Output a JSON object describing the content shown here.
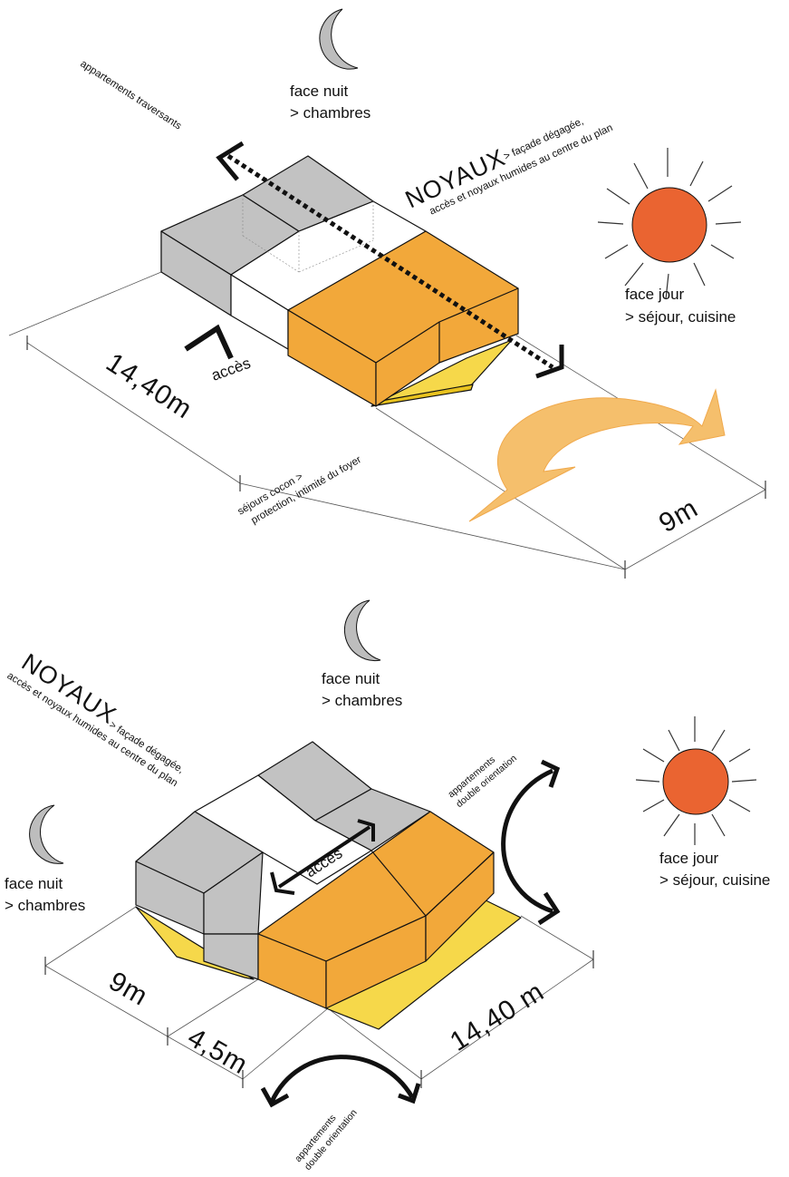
{
  "colors": {
    "orange": "#F2A83A",
    "yellow": "#F6D84A",
    "grey": "#C2C2C2",
    "sun": "#EA6431",
    "moon": "#BDBDBD",
    "arrow_light": "#F5BF6C"
  },
  "top": {
    "moon_label_1": "face nuit",
    "moon_label_2": "> chambres",
    "sun_label_1": "face jour",
    "sun_label_2": "> séjour, cuisine",
    "traversant": "appartements traversants",
    "noyaux_title": "NOYAUX",
    "noyaux_line1": "> façade dégagée,",
    "noyaux_line2": "accès et noyaux humides au centre du plan",
    "acces": "accès",
    "dim_long": "14,40m",
    "dim_short": "9m",
    "sejours_1": "séjours cocon >",
    "sejours_2": "protection, intimité du foyer"
  },
  "bottom": {
    "noyaux_title": "NOYAUX",
    "noyaux_line1": "> façade dégagée,",
    "noyaux_line2": "accès et noyaux humides au centre du plan",
    "moon_label_1": "face nuit",
    "moon_label_2": "> chambres",
    "moon2_label_1": "face nuit",
    "moon2_label_2": "> chambres",
    "sun_label_1": "face jour",
    "sun_label_2": "> séjour, cuisine",
    "acces": "accès",
    "double_1a": "appartements",
    "double_1b": "double orientation",
    "double_2a": "appartements",
    "double_2b": "double orientation",
    "dim_9": "9m",
    "dim_45": "4,5m",
    "dim_1440": "14,40 m"
  }
}
